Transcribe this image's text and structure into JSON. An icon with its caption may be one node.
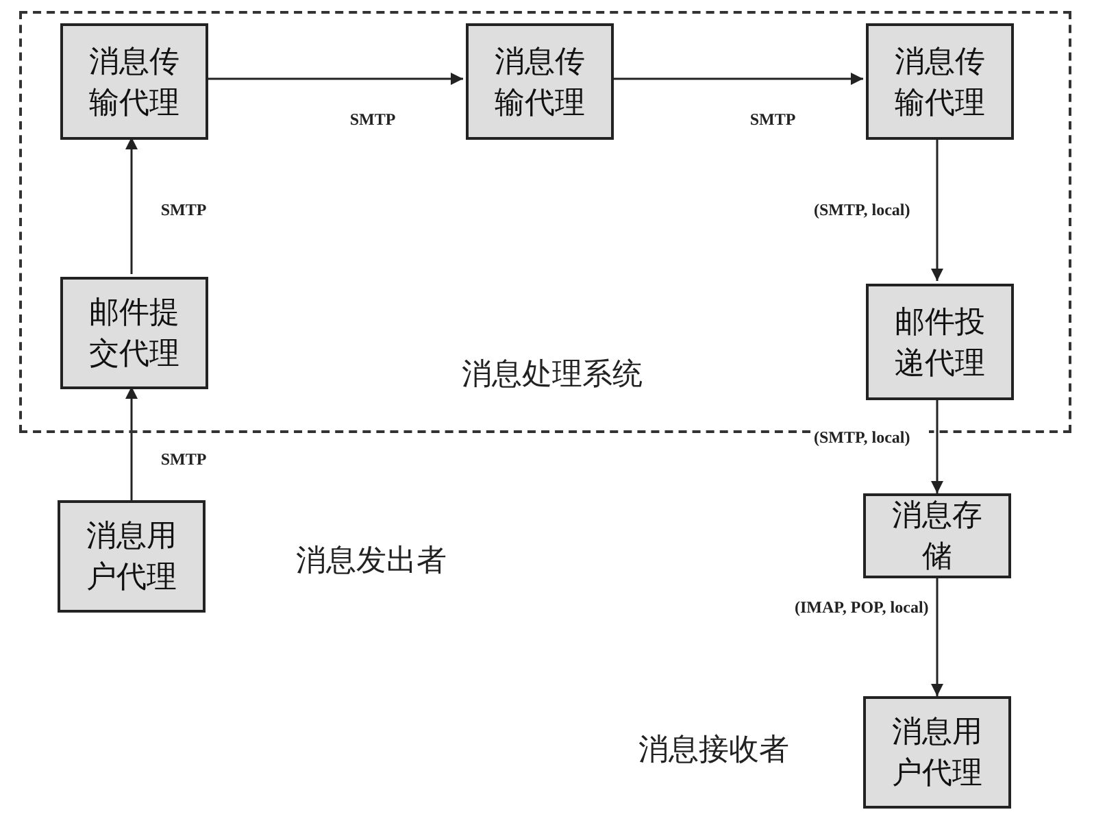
{
  "diagram": {
    "nodes": [
      {
        "text": [
          "消息处理系统"
        ]
      },
      {
        "text": [
          "消息传输代理"
        ],
        "in": 0
      },
      {
        "text": [
          "消息传输代理"
        ],
        "in": 0
      },
      {
        "text": [
          "消息传输代理"
        ],
        "in": 0
      },
      {
        "text": [
          "邮件提交代理"
        ],
        "in": 0
      },
      {
        "text": [
          "邮件投递代理"
        ],
        "in": 0
      },
      {
        "text": [
          "消息用户代理"
        ],
        "beside": [
          "消息发出者"
        ]
      },
      {
        "text": [
          "消息存储"
        ]
      },
      {
        "text": [
          "消息用户代理"
        ],
        "beside": [
          "消息接收者"
        ]
      }
    ],
    "edges": [
      {
        "from": 6,
        "to": 4,
        "arrow": "to",
        "label": "SMTP"
      },
      {
        "from": 4,
        "to": 1,
        "arrow": "to",
        "label": "SMTP"
      },
      {
        "from": 1,
        "to": 2,
        "arrow": "to",
        "label": "SMTP"
      },
      {
        "from": 2,
        "to": 3,
        "arrow": "to",
        "label": "SMTP"
      },
      {
        "from": 3,
        "to": 5,
        "arrow": "to",
        "label": "(SMTP, local)"
      },
      {
        "from": 5,
        "to": 7,
        "arrow": "to",
        "label": "(SMTP, local)"
      },
      {
        "from": 7,
        "to": 8,
        "arrow": "to",
        "label": "(IMAP, POP, local)"
      }
    ]
  }
}
